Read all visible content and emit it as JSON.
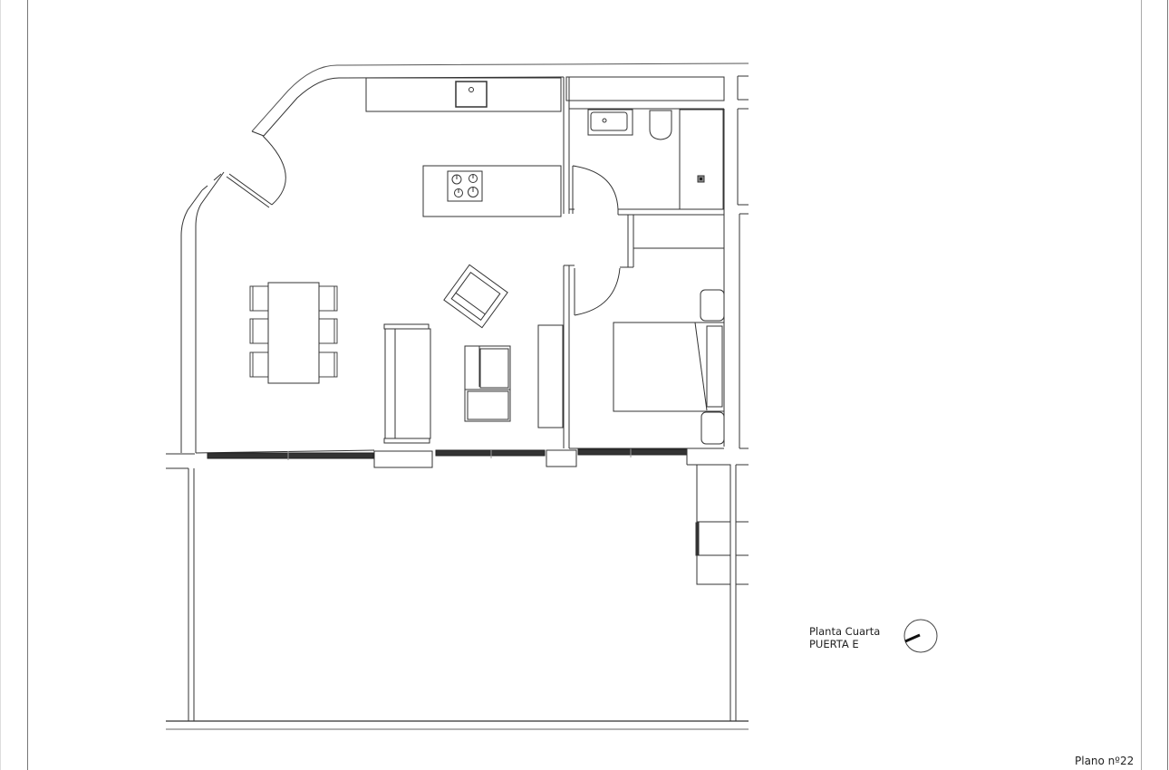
{
  "drawing": {
    "floor_label": "Planta Cuarta",
    "unit_label": "PUERTA E",
    "sheet_number": "Plano nº22"
  },
  "rooms": [
    {
      "name": "living-kitchen",
      "furniture": [
        "kitchen-counter",
        "sink",
        "island",
        "cooktop",
        "dining-table",
        "chairs-6",
        "sofa",
        "armchair",
        "rotated-armchair",
        "tv-unit"
      ]
    },
    {
      "name": "bathroom",
      "furniture": [
        "washbasin",
        "toilet",
        "shower"
      ]
    },
    {
      "name": "bedroom",
      "furniture": [
        "wardrobe",
        "double-bed",
        "nightstands-2"
      ]
    },
    {
      "name": "terrace",
      "furniture": []
    }
  ],
  "compass": {
    "icon": "north-arrow-icon"
  },
  "colors": {
    "line": "#333333",
    "background": "#ffffff",
    "window": "#222222"
  }
}
